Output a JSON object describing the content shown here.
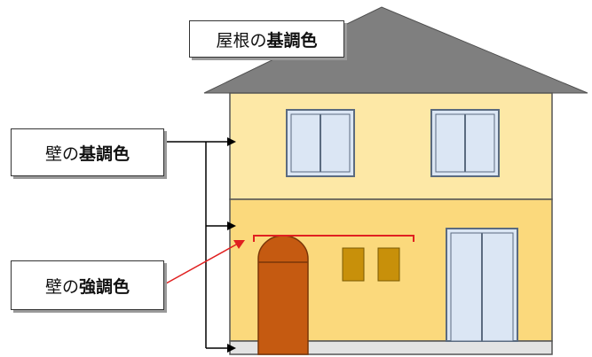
{
  "labels": {
    "roof": {
      "prefix": "屋根の",
      "emphasis": "基調色"
    },
    "wall_base": {
      "prefix": "壁の",
      "emphasis": "基調色"
    },
    "wall_accent": {
      "prefix": "壁の",
      "emphasis": "強調色"
    }
  },
  "colors": {
    "roof": "#7f7f7f",
    "upper_wall": "#fde8a6",
    "lower_wall": "#fbd97c",
    "window_glass": "#dbe6f4",
    "window_frame": "#5b6b80",
    "door": "#c55a11",
    "door_outline": "#7a3608",
    "small_window": "#c8900a",
    "base": "#e3e3e3",
    "accent_line": "#e02020",
    "connector": "#000000"
  }
}
